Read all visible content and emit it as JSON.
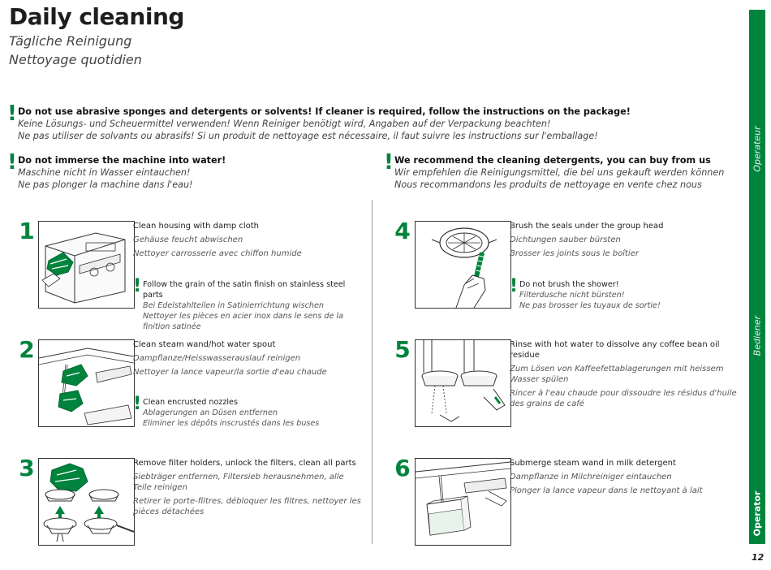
{
  "header": {
    "title": "Daily cleaning",
    "subtitle_de": "Tägliche Reinigung",
    "subtitle_fr": "Nettoyage quotidien"
  },
  "warnings": [
    {
      "en": "Do not use abrasive sponges and detergents or solvents! If cleaner is required, follow the instructions on the package!",
      "de": "Keine Lösungs- und Scheuermittel verwenden! Wenn Reiniger benötigt wird, Angaben auf der Verpackung beachten!",
      "fr": "Ne pas utiliser de solvants ou abrasifs! Si un produit de nettoyage est nécessaire, il faut suivre les instructions sur l'emballage!"
    },
    {
      "en": "Do not immerse the machine into water!",
      "de": "Maschine nicht in Wasser eintauchen!",
      "fr": "Ne pas plonger la machine dans l'eau!"
    },
    {
      "en": "We recommend the cleaning detergents, you can buy from us",
      "de": "Wir empfehlen die Reinigungsmittel, die bei uns gekauft werden können",
      "fr": "Nous recommandons les produits de nettoyage en vente chez nous"
    }
  ],
  "steps": [
    {
      "number": "1",
      "en": "Clean housing with damp cloth",
      "de": "Gehäuse feucht abwischen",
      "fr": "Nettoyer carrosserie avec chiffon humide",
      "note": {
        "en": "Follow the grain of the satin finish on stainless steel parts",
        "de": "Bei Edelstahlteilen in Satinierrichtung wischen",
        "fr": "Nettoyer les pièces en acier inox dans le sens de la finition satinée"
      }
    },
    {
      "number": "2",
      "en": "Clean steam wand/hot water spout",
      "de": "Dampflanze/Heisswasserauslauf reinigen",
      "fr": "Nettoyer la lance vapeur/la sortie d'eau chaude",
      "note": {
        "en": "Clean encrusted nozzles",
        "de": "Ablagerungen an Düsen entfernen",
        "fr": "Eliminer les dépôts inscrustés dans les buses"
      }
    },
    {
      "number": "3",
      "en": "Remove filter holders, unlock the filters, clean all parts",
      "de": "Siebträger entfernen, Filtersieb herausnehmen, alle Teile reinigen",
      "fr": "Retirer le porte-filtres, débloquer les filtres, nettoyer les pièces détachées"
    },
    {
      "number": "4",
      "en": "Brush the seals under the group head",
      "de": "Dichtungen sauber bürsten",
      "fr": "Brosser les joints sous le boîtier",
      "note": {
        "en": "Do not brush the shower!",
        "de": "Filterdusche nicht bürsten!",
        "fr": "Ne pas brosser les tuyaux de sortie!"
      }
    },
    {
      "number": "5",
      "en": "Rinse with hot water to dissolve any coffee bean oil residue",
      "de": "Zum Lösen von Kaffeefettablagerungen mit heissem Wasser spülen",
      "fr": "Rincer à l'eau chaude pour dissoudre les résidus d'huile des grains de café"
    },
    {
      "number": "6",
      "en": "Submerge steam wand in milk detergent",
      "de": "Dampflanze in Milchreiniger eintauchen",
      "fr": "Plonger la lance vapeur dans le nettoyant à lait"
    }
  ],
  "sidebar": {
    "fr": "Operateur",
    "de": "Bediener",
    "en": "Operator"
  },
  "page_number": "12",
  "colors": {
    "accent": "#00843d",
    "text": "#1e1e1e"
  },
  "icons": {
    "warning": "exclamation-icon"
  }
}
